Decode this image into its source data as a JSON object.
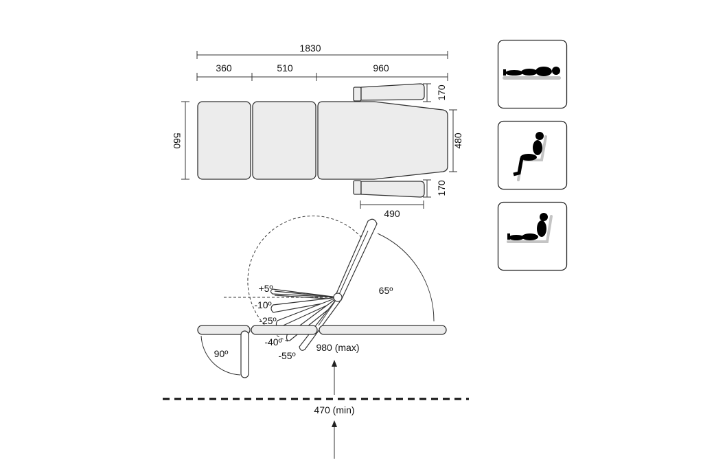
{
  "top_view": {
    "total_length": "1830",
    "section_1": "360",
    "section_2": "510",
    "section_3": "960",
    "width_overall": "560",
    "width_seat": "480",
    "armrest_top": "170",
    "armrest_bottom": "170",
    "armrest_length": "490"
  },
  "side_view": {
    "angles": [
      "+5º",
      "-10º",
      "-25º",
      "-40º",
      "-55º"
    ],
    "backrest_angle": "65º",
    "leg_angle": "90º",
    "height_max": "980 (max)",
    "height_min": "470 (min)"
  },
  "positions": [
    {
      "icon": "lying-position-icon"
    },
    {
      "icon": "sitting-position-icon"
    },
    {
      "icon": "reclined-position-icon"
    }
  ],
  "colors": {
    "pad_fill": "#ececec",
    "stroke": "#333333",
    "icon_support": "#c4c4c4"
  }
}
